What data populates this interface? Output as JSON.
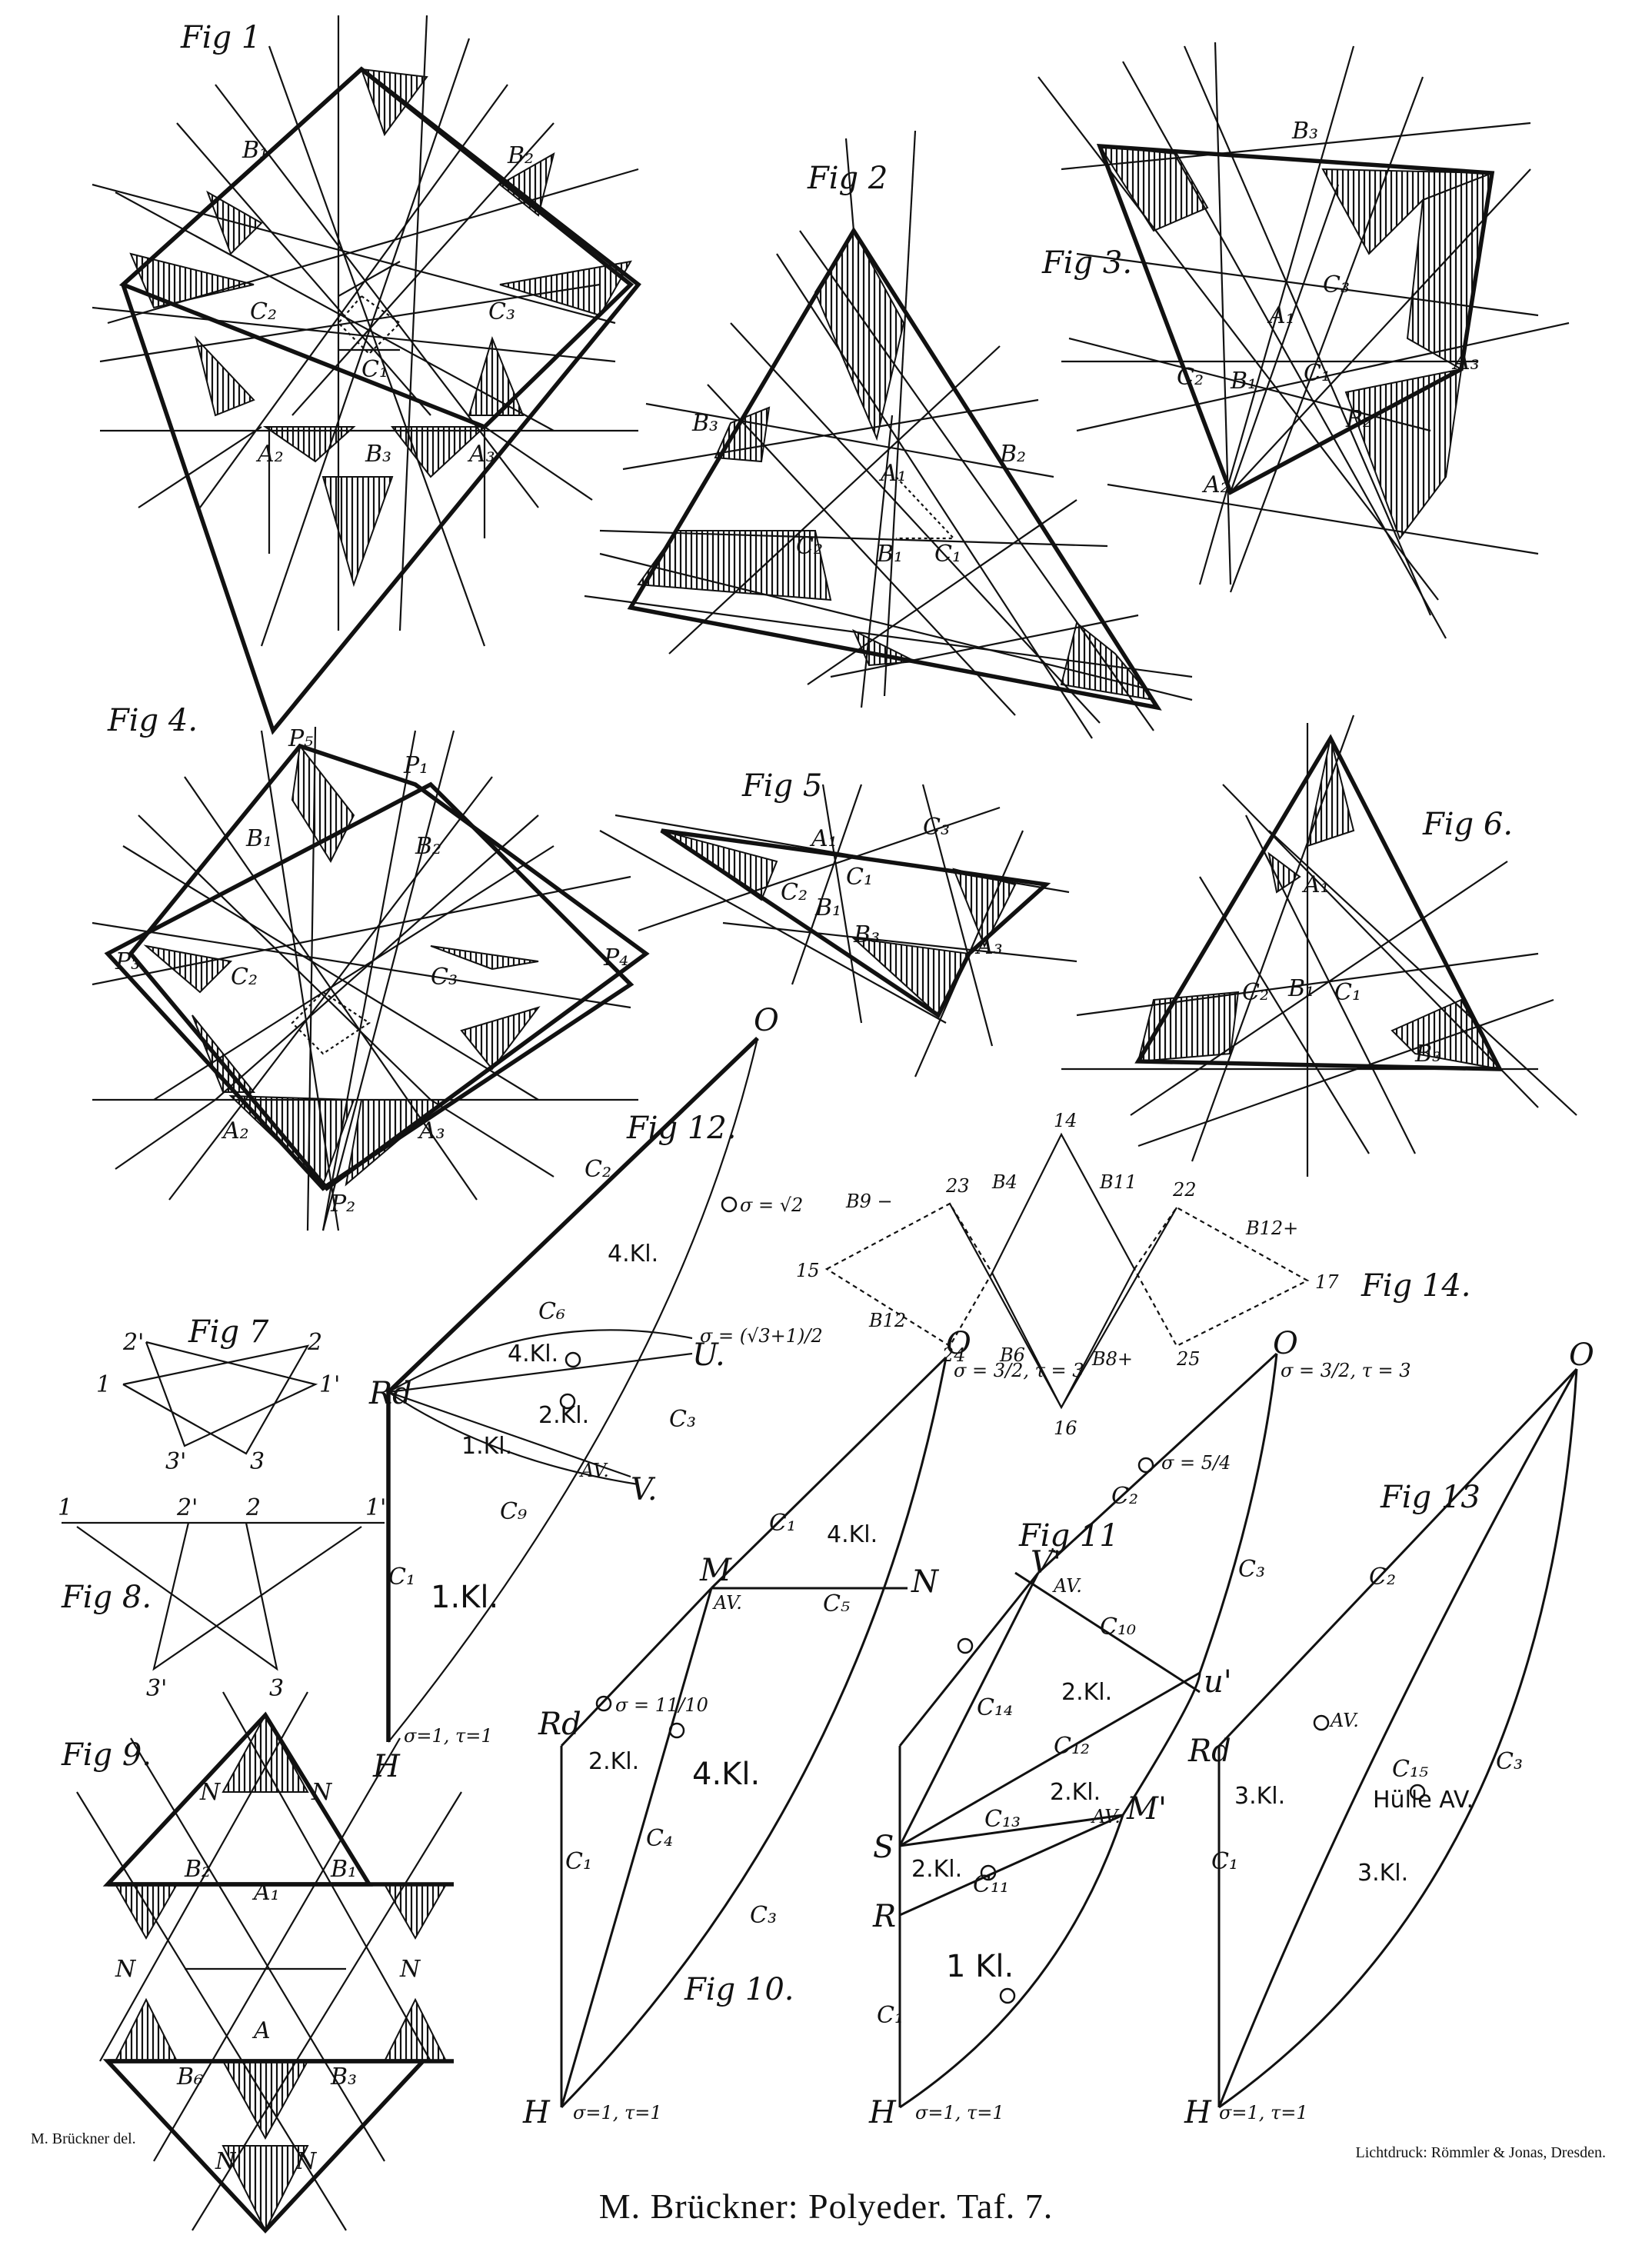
{
  "caption": "M. Brückner: Polyeder.  Taf. 7.",
  "credit_left": "M. Brückner del.",
  "credit_right": "Lichtdruck: Römmler & Jonas, Dresden.",
  "figures": {
    "fig1": "Fig 1",
    "fig2": "Fig 2",
    "fig3": "Fig 3.",
    "fig4": "Fig 4.",
    "fig5": "Fig 5",
    "fig6": "Fig 6.",
    "fig7": "Fig 7",
    "fig8": "Fig 8.",
    "fig9": "Fig 9.",
    "fig10": "Fig 10.",
    "fig11": "Fig 11",
    "fig12": "Fig 12.",
    "fig13": "Fig 13",
    "fig14": "Fig 14."
  },
  "class_labels": {
    "k1": "1.Kl.",
    "k2": "2.Kl.",
    "k3": "3.Kl.",
    "k4": "4.Kl.",
    "k1b": "1 Kl.",
    "huelle": "Hülle AV."
  },
  "points": {
    "O": "O",
    "H": "H",
    "Rd": "Rd",
    "U": "U.",
    "V": "V.",
    "M": "M",
    "N": "N",
    "S": "S",
    "R": "R",
    "Vp": "V'",
    "Up": "u'",
    "Mp": "M'",
    "AV": "AV."
  },
  "sigma_labels": {
    "s_sqrt2": "σ = √2",
    "s_mid": "σ = (√3+1)/2",
    "s_H": "σ=1, τ=1",
    "s_32": "σ = 3/2, τ = 3",
    "s_1110": "σ = 11/10",
    "s_54": "σ = 5/4"
  },
  "fig14_labels": {
    "n23": "23",
    "n15": "15",
    "n24": "24",
    "n14": "14",
    "n16": "16",
    "n22": "22",
    "n25": "25",
    "n17": "17",
    "B9": "B9 −",
    "B4": "B4",
    "B11": "B11",
    "B12": "B12+",
    "B12b": "B12",
    "B6": "B6",
    "B8": "B8+"
  },
  "fig7_labels": {
    "a": "2'",
    "b": "2",
    "c": "1",
    "d": "1'",
    "e": "3'",
    "f": "3"
  },
  "fig8_labels": {
    "a": "1",
    "b": "2'",
    "c": "2",
    "d": "1'",
    "e": "3'",
    "f": "3"
  }
}
